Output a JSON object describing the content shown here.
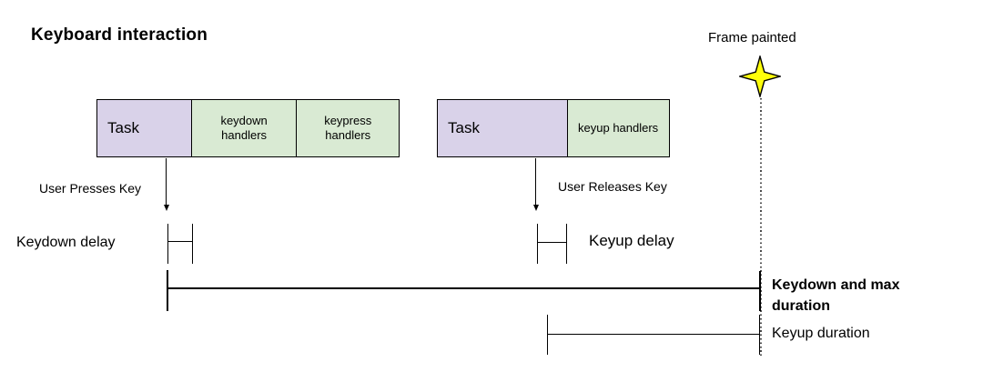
{
  "title": "Keyboard interaction",
  "frame_marker": {
    "label": "Frame painted",
    "icon": "four-point-star",
    "star_fill": "#ffff0a"
  },
  "colors": {
    "task_fill": "#d9d2e9",
    "handlers_fill": "#d9ead3",
    "box_border": "#000000",
    "line": "#000000",
    "background": "#ffffff"
  },
  "keydown_sequence": {
    "task_label": "Task",
    "handlers": [
      {
        "label": "keydown handlers"
      },
      {
        "label": "keypress handlers"
      }
    ],
    "event_label": "User Presses Key",
    "delay_label": "Keydown delay",
    "duration_label": "Keydown and max duration"
  },
  "keyup_sequence": {
    "task_label": "Task",
    "handlers": [
      {
        "label": "keyup handlers"
      }
    ],
    "event_label": "User Releases Key",
    "delay_label": "Keyup delay",
    "duration_label": "Keyup duration"
  }
}
